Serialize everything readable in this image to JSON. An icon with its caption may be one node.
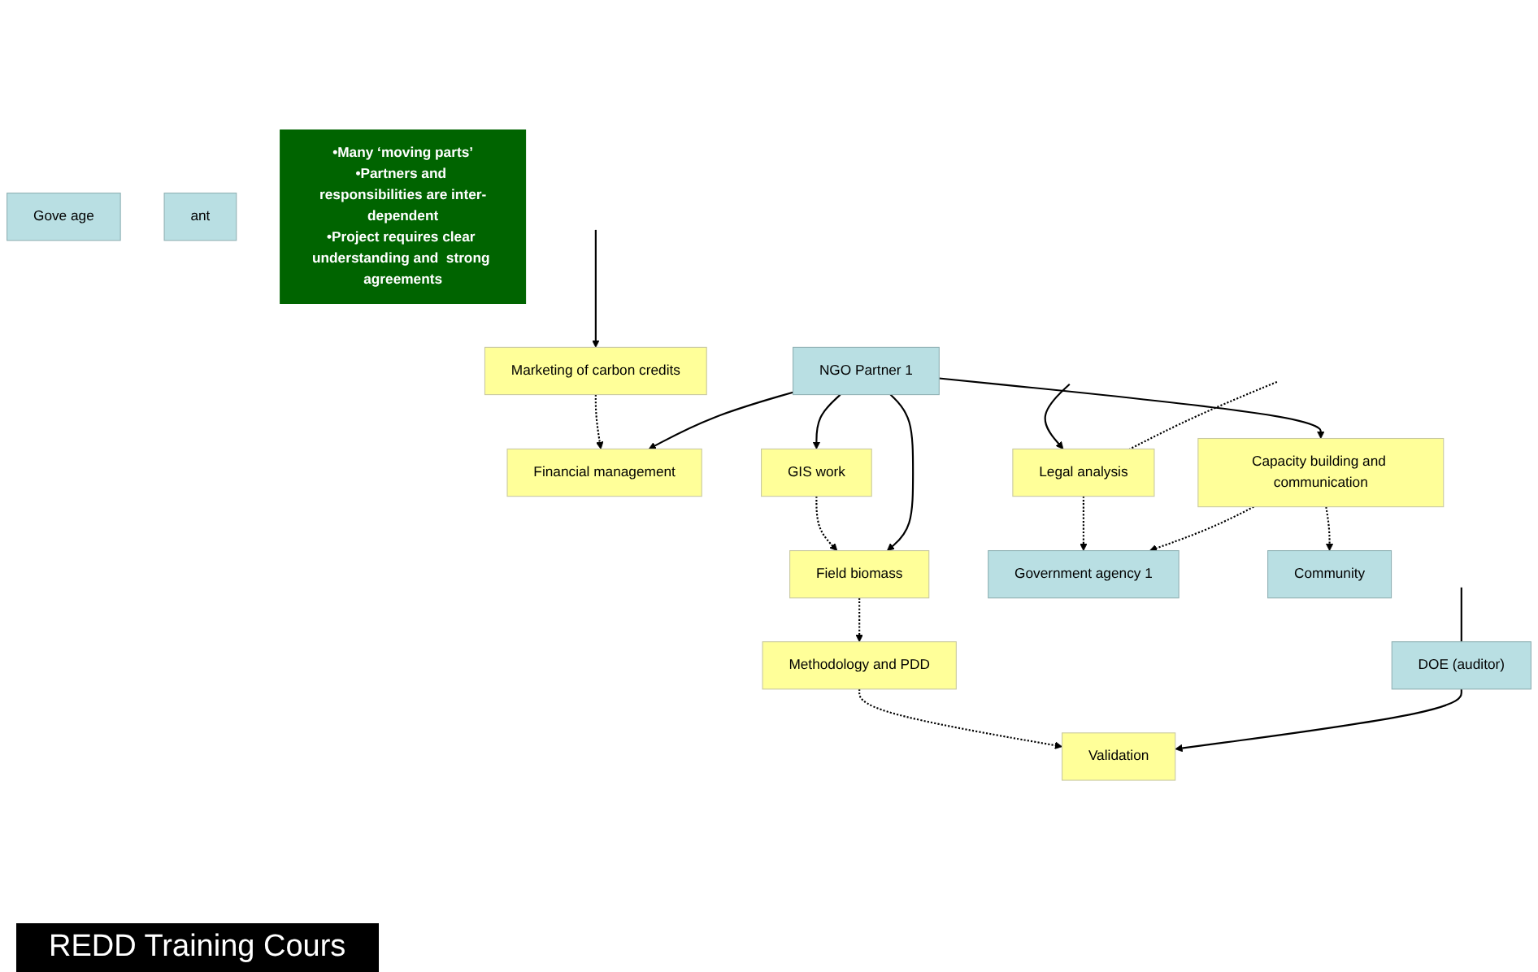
{
  "diagram": {
    "nodes": [
      {
        "text": [
          "NGO Partner 1"
        ]
      },
      {
        "text": [
          "Marketing of carbon credits"
        ]
      },
      {
        "text": [
          "Financial management"
        ]
      },
      {
        "text": [
          "GIS work"
        ]
      },
      {
        "text": [
          "Field biomass"
        ]
      },
      {
        "text": [
          "Gove age"
        ]
      },
      {
        "text": [
          "ant"
        ]
      },
      {
        "text": [
          "•Many ‘moving parts’",
          "•Partners and responsibilities are inter-dependent",
          "•Project requires clear understanding and  strong agreements"
        ]
      },
      {
        "text": [
          "Methodology and PDD"
        ]
      },
      {
        "text": [
          "Legal analysis"
        ]
      },
      {
        "text": [
          "Capacity building and communication"
        ]
      },
      {
        "text": [
          "DOE (auditor)"
        ]
      },
      {
        "text": [
          "Validation"
        ]
      },
      {
        "text": [
          "Government agency 1"
        ]
      },
      {
        "text": [
          "Community"
        ]
      }
    ],
    "edges": [
      {
        "from": 0,
        "to": 4,
        "arrow": "to"
      },
      {
        "from": 0,
        "to": 2,
        "arrow": "to"
      },
      {
        "from": 0,
        "to": 3,
        "arrow": "to"
      },
      {
        "from": 0,
        "to": 10,
        "arrow": "to"
      },
      {
        "from": null,
        "to": 1,
        "arrow": "to"
      },
      {
        "from": 1,
        "to": 2,
        "arrow": "to",
        "style": "dashed"
      },
      {
        "from": 3,
        "to": 4,
        "arrow": "to",
        "style": "dashed"
      },
      {
        "from": 4,
        "to": 8,
        "arrow": "to",
        "style": "dashed"
      },
      {
        "from": null,
        "to": 9,
        "arrow": "none",
        "style": "dashed"
      },
      {
        "from": null,
        "to": 9,
        "arrow": "to"
      },
      {
        "from": null,
        "to": 11,
        "arrow": "none"
      },
      {
        "from": 11,
        "to": 12,
        "arrow": "to"
      },
      {
        "from": 10,
        "to": 13,
        "arrow": "to",
        "style": "dashed"
      },
      {
        "from": 10,
        "to": 14,
        "arrow": "to",
        "style": "dashed"
      },
      {
        "from": 8,
        "to": 12,
        "arrow": "to",
        "style": "dashed"
      },
      {
        "from": 9,
        "to": 13,
        "arrow": "to",
        "style": "dashed"
      }
    ],
    "labels": [
      "REDD Training Cours"
    ]
  }
}
